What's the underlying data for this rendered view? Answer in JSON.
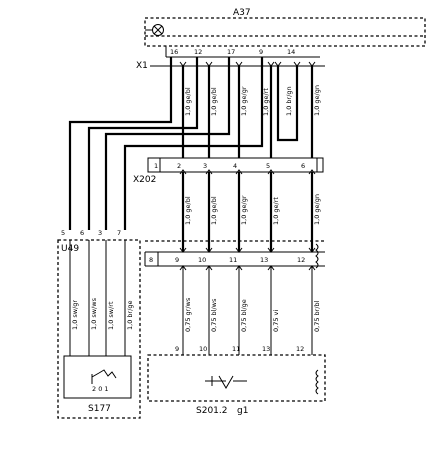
{
  "components": {
    "a37": "A37",
    "x1": "X1",
    "x202": "X202",
    "u49": "U49",
    "s177": "S177",
    "s201": "S201.2",
    "s201_sub": "g1"
  },
  "a37_pins": [
    "16",
    "12",
    "17",
    "9",
    "14"
  ],
  "x202_pins": [
    "1",
    "2",
    "3",
    "4",
    "5",
    "6"
  ],
  "lower_connector_pins": [
    "8",
    "9",
    "10",
    "11",
    "13",
    "12"
  ],
  "s201_pins": [
    "9",
    "10",
    "11",
    "13",
    "12"
  ],
  "u49_pins": [
    "5",
    "6",
    "3",
    "7"
  ],
  "s177_symbol_digits": "2 0 1",
  "upper_wires": [
    "1,0 ge/bl",
    "1,0 ge/bl",
    "1,0 ge/gr",
    "1,0 ge/rt",
    "1,0 br/gn",
    "1,0 ge/gn"
  ],
  "middle_wires": [
    "1,0 ge/bl",
    "1,0 ge/bl",
    "1,0 ge/gr",
    "1,0 ge/rt",
    "1,0 ge/gn"
  ],
  "lower_wires": [
    "0,75 gr/ws",
    "0,75 bl/ws",
    "0,75 bl/ge",
    "0,75 vi",
    "0,75 br/bl"
  ],
  "u49_wires": [
    "1,0 sw/gr",
    "1,0 sw/ws",
    "1,0 sw/rt",
    "1,0 br/ge"
  ]
}
